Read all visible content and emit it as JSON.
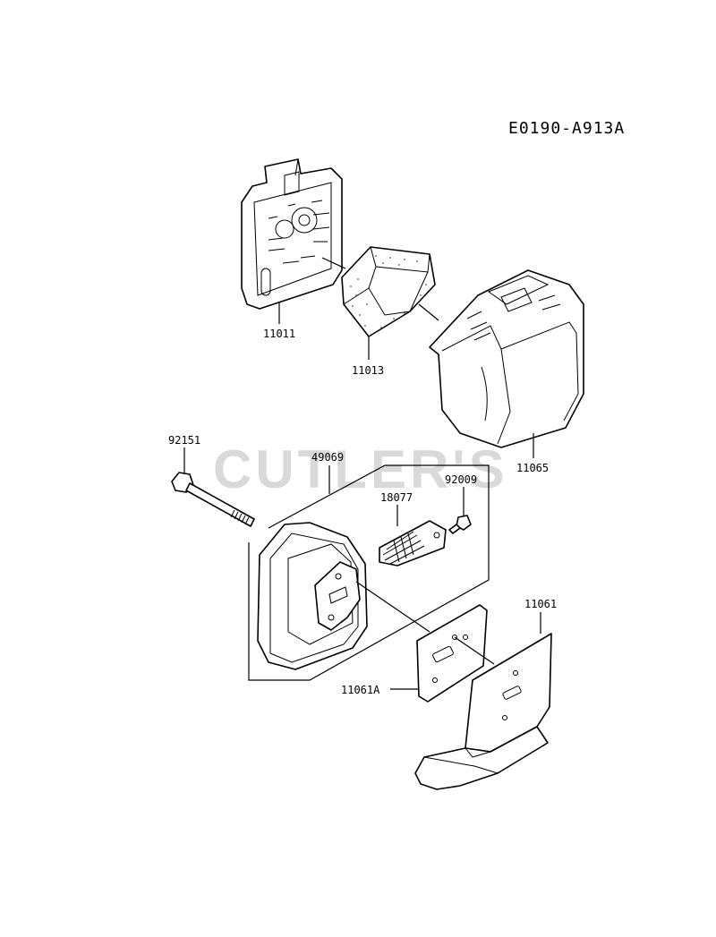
{
  "diagram_code": "E0190-A913A",
  "watermark": "CUTLER'S",
  "colors": {
    "watermark": "#d9d9d9",
    "ink": "#000000"
  },
  "parts": [
    {
      "id": "p11011",
      "number": "11011"
    },
    {
      "id": "p11013",
      "number": "11013"
    },
    {
      "id": "p11065",
      "number": "11065"
    },
    {
      "id": "p92151",
      "number": "92151"
    },
    {
      "id": "p49069",
      "number": "49069"
    },
    {
      "id": "p18077",
      "number": "18077"
    },
    {
      "id": "p92009",
      "number": "92009"
    },
    {
      "id": "p11061",
      "number": "11061"
    },
    {
      "id": "p11061A",
      "number": "11061A"
    }
  ]
}
